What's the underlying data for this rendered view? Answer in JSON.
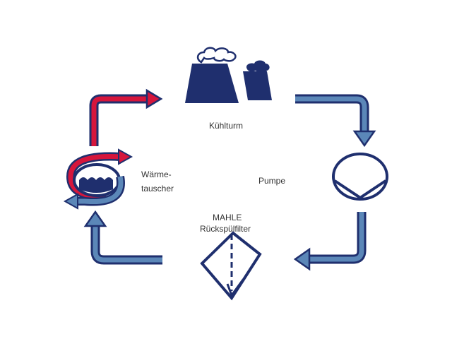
{
  "labels": {
    "cooling_tower": "Kühlturm",
    "heat_exchanger_line1": "Wärme-",
    "heat_exchanger_line2": "tauscher",
    "pump": "Pumpe",
    "filter_line1": "MAHLE",
    "filter_line2": "Rückspülfilter"
  },
  "colors": {
    "navy": "#1f2f6e",
    "flow_blue": "#5b87b8",
    "hot_red": "#d6163c"
  }
}
